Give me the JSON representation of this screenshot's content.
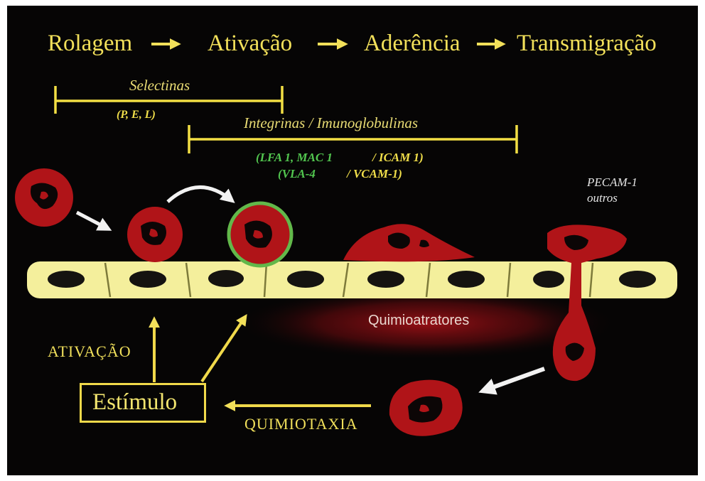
{
  "steps": {
    "rolagem": "Rolagem",
    "ativacao": "Ativação",
    "aderencia": "Aderência",
    "transmigracao": "Transmigração"
  },
  "selectinas": {
    "label": "Selectinas",
    "members": "(P, E, L)"
  },
  "integrinas": {
    "label": "Integrinas / Imunoglobulinas",
    "pair1_green": "(LFA 1, MAC 1",
    "pair1_yellow": "/ ICAM 1)",
    "pair2_green": "(VLA-4",
    "pair2_yellow": "/ VCAM-1)"
  },
  "pecam": {
    "line1": "PECAM-1",
    "line2": "outros"
  },
  "quimioatratores": "Quimioatratores",
  "ativacao_label": "ATIVAÇÃO",
  "estimulo": "Estímulo",
  "quimiotaxia": "QUIMIOTAXIA",
  "colors": {
    "background": "#060505",
    "yellow": "#f2e05a",
    "green": "#52c64f",
    "leukocyte_red": "#b01418",
    "endothelium": "#f4ef9c"
  }
}
